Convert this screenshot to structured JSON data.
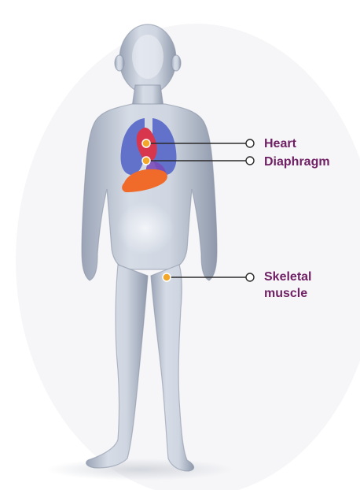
{
  "colors": {
    "label": "#6f1f63",
    "leader_line": "#2b2b2b",
    "marker_fill": "#f2a72a",
    "body_tint": "#c4ccd8",
    "lung": "#5566c8",
    "heart": "#d8364d",
    "liver": "#f06a2a"
  },
  "labels": {
    "heart": "Heart",
    "diaphragm": "Diaphragm",
    "skeletal_line1": "Skeletal",
    "skeletal_line2": "muscle"
  },
  "icons": {
    "start_marker": "filled-circle",
    "end_marker": "hollow-circle"
  }
}
